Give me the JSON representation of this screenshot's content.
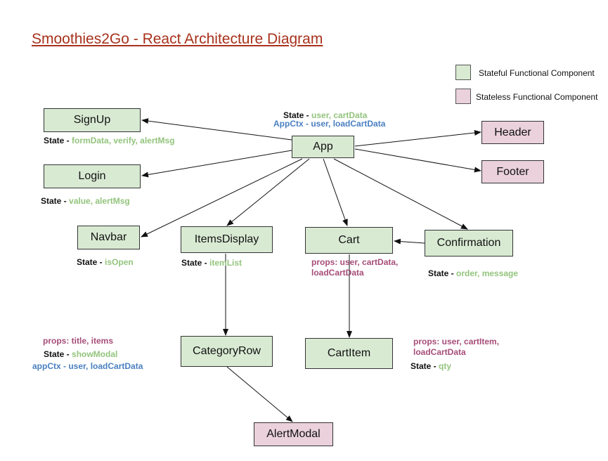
{
  "title": "Smoothies2Go - React Architecture Diagram",
  "legend": {
    "stateful": "Stateful Functional  Component",
    "stateless": "Stateless Functional Component"
  },
  "nodes": {
    "signup": "SignUp",
    "login": "Login",
    "navbar": "Navbar",
    "app": "App",
    "header": "Header",
    "footer": "Footer",
    "items_display": "ItemsDisplay",
    "cart": "Cart",
    "confirmation": "Confirmation",
    "category_row": "CategoryRow",
    "cart_item": "CartItem",
    "alert_modal": "AlertModal"
  },
  "annotations": {
    "app_state_label": "State",
    "app_state_sep": " - ",
    "app_state_value": "user, cartData",
    "app_ctx_label": "AppCtx",
    "app_ctx_sep": " - ",
    "app_ctx_value": "user, loadCartData",
    "signup_state_label": "State",
    "signup_state_sep": " - ",
    "signup_state_value": "formData, verify, alertMsg",
    "login_state_label": "State",
    "login_state_sep": " - ",
    "login_state_value": "value, alertMsg",
    "navbar_state_label": "State",
    "navbar_state_sep": " - ",
    "navbar_state_value": "isOpen",
    "items_state_label": "State",
    "items_state_sep": " - ",
    "items_state_value": "itemList",
    "cart_props_1": "props: user, cartData,",
    "cart_props_2": "loadCartData",
    "confirmation_state_label": "State",
    "confirmation_state_sep": " - ",
    "confirmation_state_value": "order, message",
    "category_props": "props: title, items",
    "category_state_label": "State",
    "category_state_sep": " - ",
    "category_state_value": "showModal",
    "category_ctx_label": "appCtx",
    "category_ctx_sep": " - ",
    "category_ctx_value": "user, loadCartData",
    "cartitem_props_1": "props: user, cartItem,",
    "cartitem_props_2": "loadCartData",
    "cartitem_state_label": "State",
    "cartitem_state_sep": " - ",
    "cartitem_state_value": "qty"
  },
  "colors": {
    "stateful_fill": "#d9ead3",
    "stateless_fill": "#ead1dc",
    "title": "#a8321c",
    "state_value": "#93c47d",
    "context_value": "#4a7fc1",
    "props": "#a64d79"
  }
}
